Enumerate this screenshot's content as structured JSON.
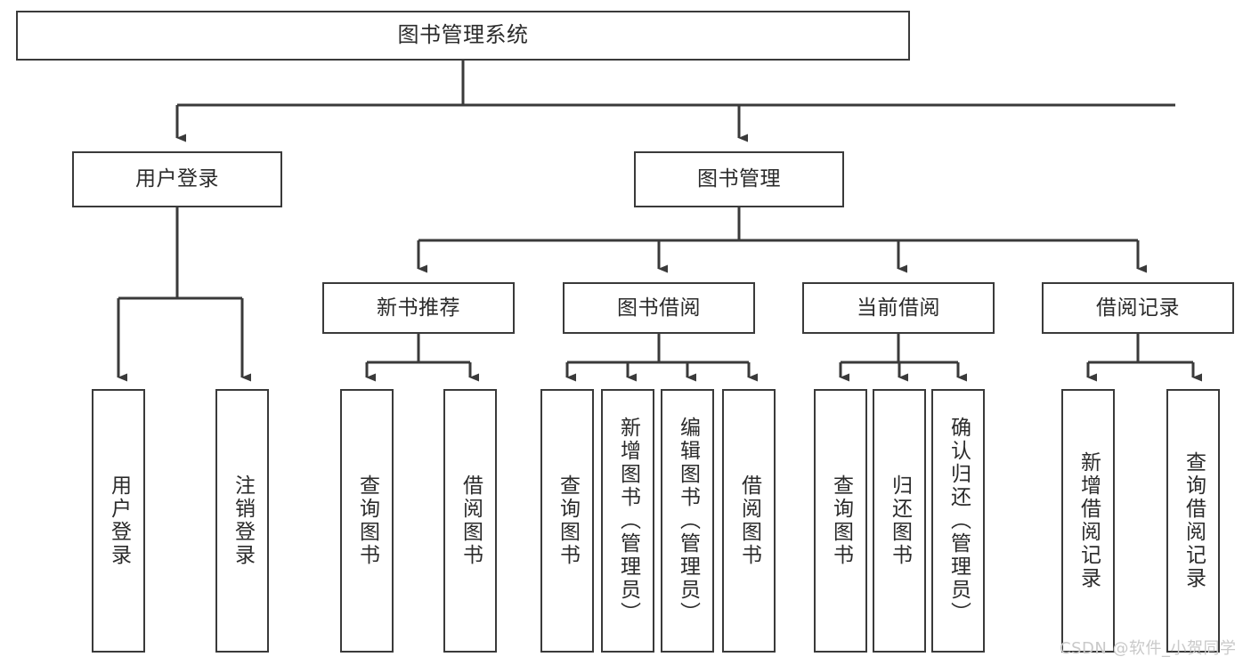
{
  "diagram": {
    "title": "图书管理系统",
    "type": "functional-structure-tree",
    "colors": {
      "stroke": "#3a3a3a",
      "fill": "#ffffff",
      "text": "#2b2b2b",
      "watermark": "#c9c9c9"
    },
    "watermark": "CSDN @软件_小贺同学",
    "levels": {
      "root": {
        "label": "图书管理系统"
      },
      "level2": [
        {
          "id": "user-login",
          "label": "用户登录"
        },
        {
          "id": "book-management",
          "label": "图书管理"
        }
      ],
      "level3": [
        {
          "id": "new-book-recommend",
          "label": "新书推荐",
          "parent": "book-management"
        },
        {
          "id": "book-borrow",
          "label": "图书借阅",
          "parent": "book-management"
        },
        {
          "id": "current-borrow",
          "label": "当前借阅",
          "parent": "book-management"
        },
        {
          "id": "borrow-record",
          "label": "借阅记录",
          "parent": "book-management"
        }
      ],
      "leaves": {
        "user-login": [
          {
            "id": "leaf-user-login",
            "label": "用户登录"
          },
          {
            "id": "leaf-user-logout",
            "label": "注销登录"
          }
        ],
        "new-book-recommend": [
          {
            "id": "leaf-query-book-1",
            "label": "查询图书"
          },
          {
            "id": "leaf-borrow-book-1",
            "label": "借阅图书"
          }
        ],
        "book-borrow": [
          {
            "id": "leaf-query-book-2",
            "label": "查询图书"
          },
          {
            "id": "leaf-add-book",
            "label": "新增图书（管理员）"
          },
          {
            "id": "leaf-edit-book",
            "label": "编辑图书（管理员）"
          },
          {
            "id": "leaf-borrow-book-2",
            "label": "借阅图书"
          }
        ],
        "current-borrow": [
          {
            "id": "leaf-query-book-3",
            "label": "查询图书"
          },
          {
            "id": "leaf-return-book",
            "label": "归还图书"
          },
          {
            "id": "leaf-confirm-return",
            "label": "确认归还（管理员）"
          }
        ],
        "borrow-record": [
          {
            "id": "leaf-add-record",
            "label": "新增借阅记录"
          },
          {
            "id": "leaf-query-record",
            "label": "查询借阅记录"
          }
        ]
      }
    }
  }
}
